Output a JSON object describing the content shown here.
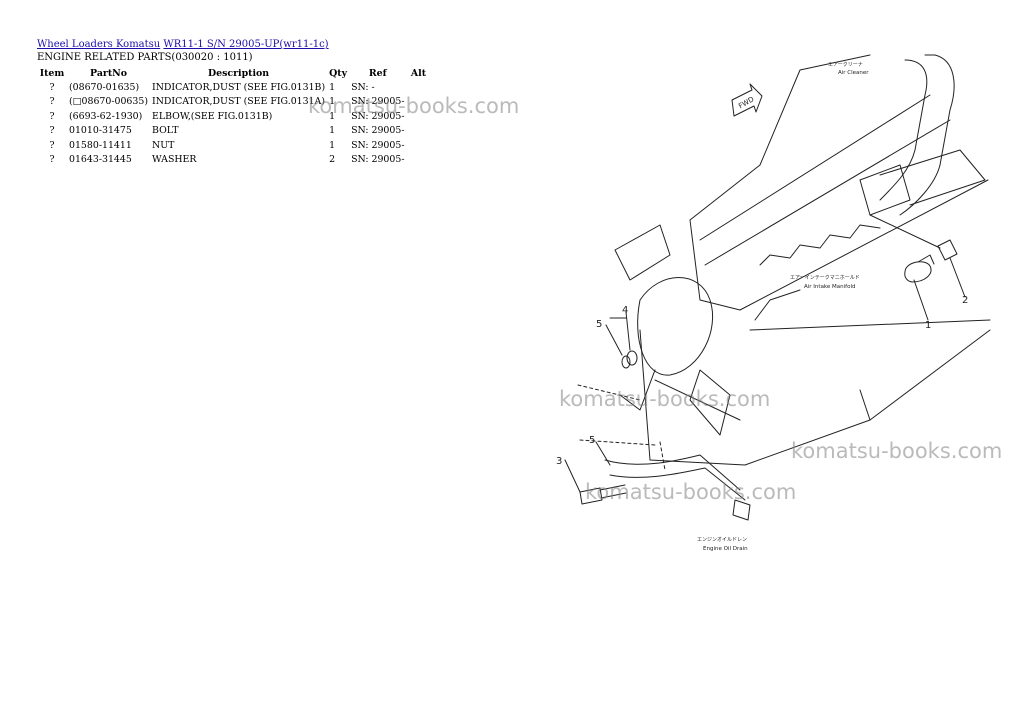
{
  "breadcrumb": [
    {
      "label": "Wheel Loaders Komatsu"
    },
    {
      "label": "WR11-1 S/N 29005-UP(wr11-1c)"
    }
  ],
  "section_title": "ENGINE RELATED PARTS(030020 : 1011)",
  "table": {
    "headers": [
      "Item",
      "PartNo",
      "Description",
      "Qty",
      "Ref",
      "Alt"
    ],
    "rows": [
      {
        "item": "?",
        "part_no": "(08670-01635)",
        "description": "INDICATOR,DUST (SEE FIG.0131B)",
        "qty": "1",
        "ref": "SN: -",
        "alt": ""
      },
      {
        "item": "?",
        "part_no": "(□08670-00635)",
        "description": "INDICATOR,DUST (SEE FIG.0131A)",
        "qty": "1",
        "ref": "SN: 29005-",
        "alt": ""
      },
      {
        "item": "?",
        "part_no": "(6693-62-1930)",
        "description": "ELBOW,(SEE FIG.0131B)",
        "qty": "1",
        "ref": "SN: 29005-",
        "alt": ""
      },
      {
        "item": "?",
        "part_no": "01010-31475",
        "description": "BOLT",
        "qty": "1",
        "ref": "SN: 29005-",
        "alt": ""
      },
      {
        "item": "?",
        "part_no": "01580-11411",
        "description": "NUT",
        "qty": "1",
        "ref": "SN: 29005-",
        "alt": ""
      },
      {
        "item": "?",
        "part_no": "01643-31445",
        "description": "WASHER",
        "qty": "2",
        "ref": "SN: 29005-",
        "alt": ""
      }
    ]
  },
  "diagram": {
    "labels": {
      "air_cleaner_jp": "エアークリーナ",
      "air_cleaner": "Air Cleaner",
      "fwd": "FWD",
      "intake_jp": "エアーインテークマニホールド",
      "intake": "Air Intake Manifold",
      "oil_drain_jp": "エンジンオイルドレン",
      "oil_drain": "Engine Oil Drain",
      "callout_1": "1",
      "callout_2": "2",
      "callout_3": "3",
      "callout_4": "4",
      "callout_5a": "5",
      "callout_5b": "5"
    }
  },
  "watermark": "komatsu-books.com"
}
